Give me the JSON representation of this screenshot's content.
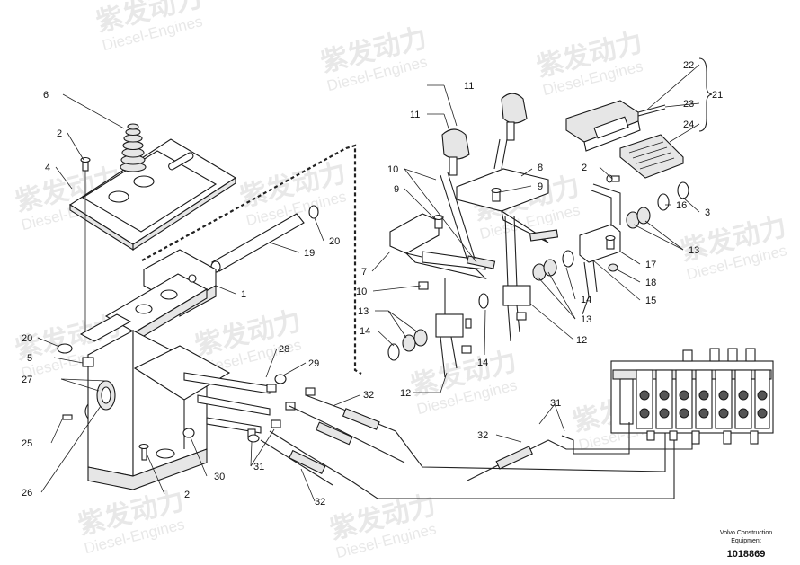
{
  "watermark": {
    "brand": "紫发动力",
    "sub": "Diesel-Engines"
  },
  "footer": {
    "line1": "Volvo Construction",
    "line2": "Equipment",
    "drawing_number": "1018869"
  },
  "callouts": [
    "1",
    "2",
    "2",
    "2",
    "3",
    "4",
    "5",
    "6",
    "7",
    "8",
    "9",
    "9",
    "10",
    "10",
    "11",
    "11",
    "12",
    "12",
    "13",
    "13",
    "13",
    "14",
    "14",
    "14",
    "15",
    "16",
    "17",
    "18",
    "19",
    "20",
    "20",
    "21",
    "22",
    "23",
    "24",
    "25",
    "26",
    "27",
    "28",
    "29",
    "30",
    "31",
    "31",
    "32",
    "32",
    "32"
  ]
}
